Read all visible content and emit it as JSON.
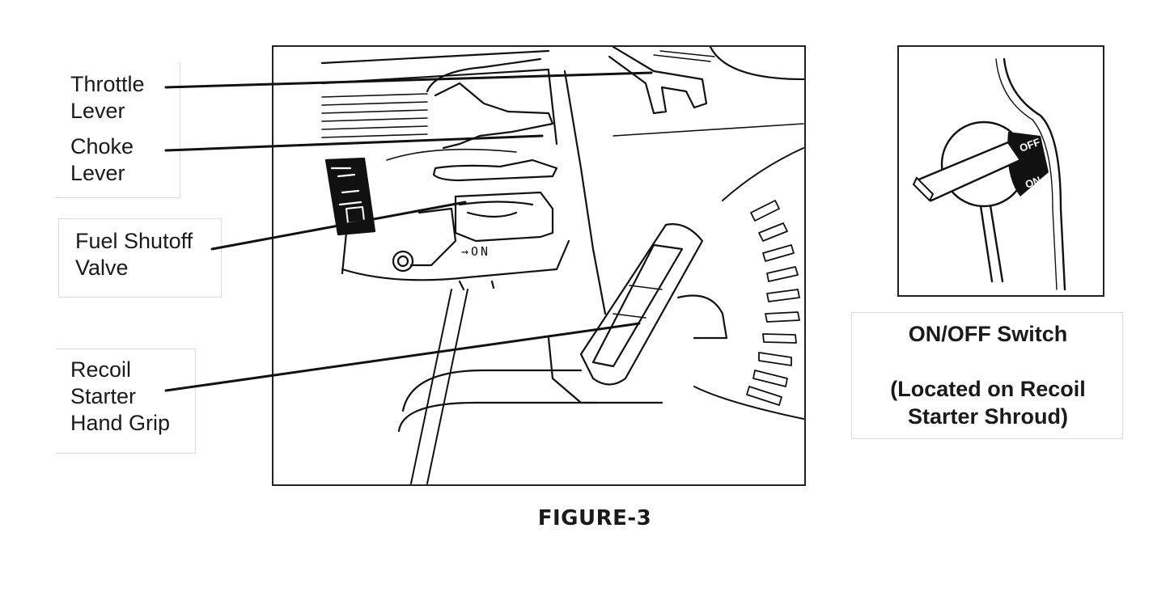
{
  "callouts": {
    "throttle": {
      "line1": "Throttle",
      "line2": "Lever"
    },
    "choke": {
      "line1": "Choke",
      "line2": "Lever"
    },
    "fuel": {
      "line1": "Fuel Shutoff",
      "line2": "Valve"
    },
    "recoil": {
      "line1": "Recoil",
      "line2": "Starter",
      "line3": "Hand Grip"
    }
  },
  "illustration": {
    "valve_label": "→ON",
    "switch_off_label": "OFF",
    "switch_on_label": "ON"
  },
  "switch_caption": {
    "title": "ON/OFF Switch",
    "detail_line1": "(Located on Recoil",
    "detail_line2": "Starter Shroud)"
  },
  "figure_caption": "FIGURE-3"
}
